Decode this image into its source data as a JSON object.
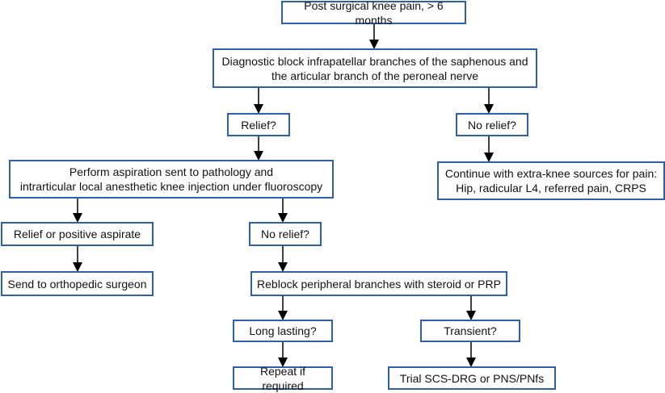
{
  "nodes": {
    "start": "Post surgical knee pain, > 6 months",
    "diag_line1": "Diagnostic block infrapatellar branches of the saphenous and",
    "diag_line2": "the articular branch of the peroneal nerve",
    "relief": "Relief?",
    "no_relief": "No relief?",
    "perform_line1": "Perform aspiration sent to pathology and",
    "perform_line2": "intrarticular local anesthetic knee injection under fluoroscopy",
    "continue_line1": "Continue with extra-knee sources for pain:",
    "continue_line2": "Hip, radicular L4, referred pain, CRPS",
    "relief_pos": "Relief or positive aspirate",
    "no_relief2": "No relief?",
    "send": "Send to orthopedic surgeon",
    "reblock": "Reblock peripheral branches with steroid or PRP",
    "long": "Long lasting?",
    "transient": "Transient?",
    "repeat": "Repeat if required",
    "trial": "Trial SCS-DRG or PNS/PNfs"
  },
  "colors": {
    "box_border": "#2f5fa8",
    "arrow": "#000000"
  }
}
